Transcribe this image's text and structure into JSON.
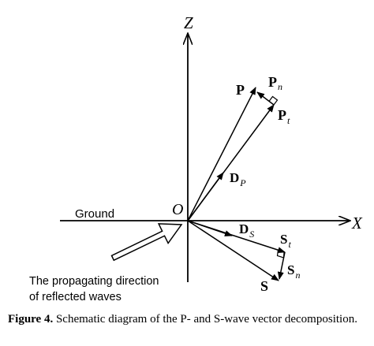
{
  "axes": {
    "z_label": "Z",
    "x_label": "X",
    "origin_label": "O"
  },
  "labels": {
    "ground": "Ground",
    "propagation_line1": "The propagating direction",
    "propagation_line2": "of reflected waves"
  },
  "vectors": {
    "p": {
      "main": "P"
    },
    "pn": {
      "main": "P",
      "sub": "n"
    },
    "pt": {
      "main": "P",
      "sub": "t"
    },
    "dp": {
      "main": "D",
      "sub": "P"
    },
    "ds": {
      "main": "D",
      "sub": "S"
    },
    "s": {
      "main": "S"
    },
    "st": {
      "main": "S",
      "sub": "t"
    },
    "sn": {
      "main": "S",
      "sub": "n"
    }
  },
  "caption": {
    "label": "Figure 4.",
    "text": "Schematic diagram of the P- and S-wave vector decomposition."
  }
}
